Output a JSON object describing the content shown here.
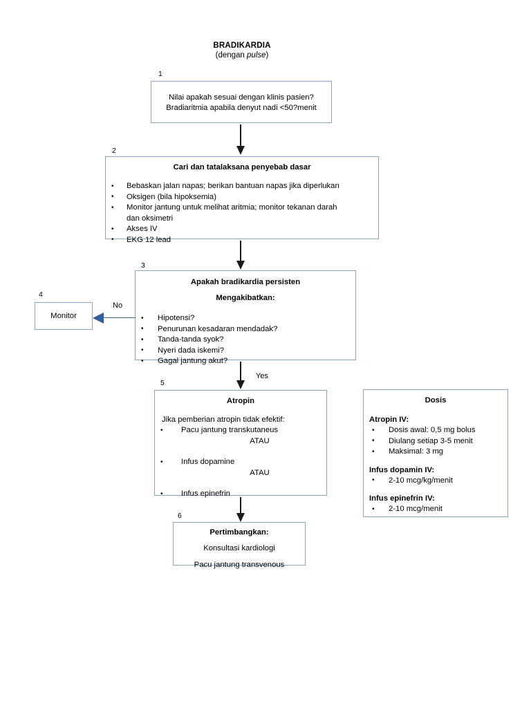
{
  "title": {
    "main": "BRADIKARDIA",
    "sub_prefix": "(dengan ",
    "sub_italic": "pulse",
    "sub_suffix": ")"
  },
  "colors": {
    "box_border": "#8ba5c1",
    "arrow_black": "#1a1a1a",
    "arrow_blue": "#2f5f9e",
    "background": "#ffffff",
    "text": "#000000"
  },
  "nodes": {
    "n1": {
      "number": "1",
      "lines": [
        "Nilai apakah sesuai dengan klinis pasien?",
        "Bradiaritmia apabila denyut nadi <50?menit"
      ]
    },
    "n2": {
      "number": "2",
      "heading": "Cari dan tatalaksana penyebab dasar",
      "bullets": [
        "Bebaskan jalan napas; berikan bantuan napas jika diperlukan",
        "Oksigen (bila hipoksemia)",
        "Monitor jantung untuk melihat aritmia; monitor tekanan darah",
        "dan oksimetri",
        "Akses IV",
        "EKG 12 lead"
      ]
    },
    "n3": {
      "number": "3",
      "heading_line1": "Apakah bradikardia persisten",
      "heading_line2": "Mengakibatkan:",
      "bullets": [
        "Hipotensi?",
        "Penurunan kesadaran mendadak?",
        "Tanda-tanda syok?",
        "Nyeri dada iskemi?",
        "Gagal jantung akut?"
      ]
    },
    "n4": {
      "number": "4",
      "label": "Monitor"
    },
    "n5": {
      "number": "5",
      "heading": "Atropin",
      "lead": "Jika pemberian atropin tidak efektif:",
      "option1": "Pacu jantung transkutaneus",
      "or1": "ATAU",
      "option2": "Infus dopamine",
      "or2": "ATAU",
      "option3": "Infus epinefrin"
    },
    "n6": {
      "number": "6",
      "heading": "Pertimbangkan:",
      "lines": [
        "Konsultasi kardiologi",
        "Pacu jantung transvenous"
      ]
    }
  },
  "dosis": {
    "heading": "Dosis",
    "groups": [
      {
        "title": "Atropin IV:",
        "bullets": [
          "Dosis awal: 0,5 mg bolus",
          "Diulang setiap 3-5 menit",
          "Maksimal: 3 mg"
        ]
      },
      {
        "title": "Infus dopamin IV:",
        "bullets": [
          "2-10 mcg/kg/menit"
        ]
      },
      {
        "title": "Infus epinefrin IV:",
        "bullets": [
          "2-10 mcg/menit"
        ]
      }
    ]
  },
  "edges": {
    "no_label": "No",
    "yes_label": "Yes"
  }
}
